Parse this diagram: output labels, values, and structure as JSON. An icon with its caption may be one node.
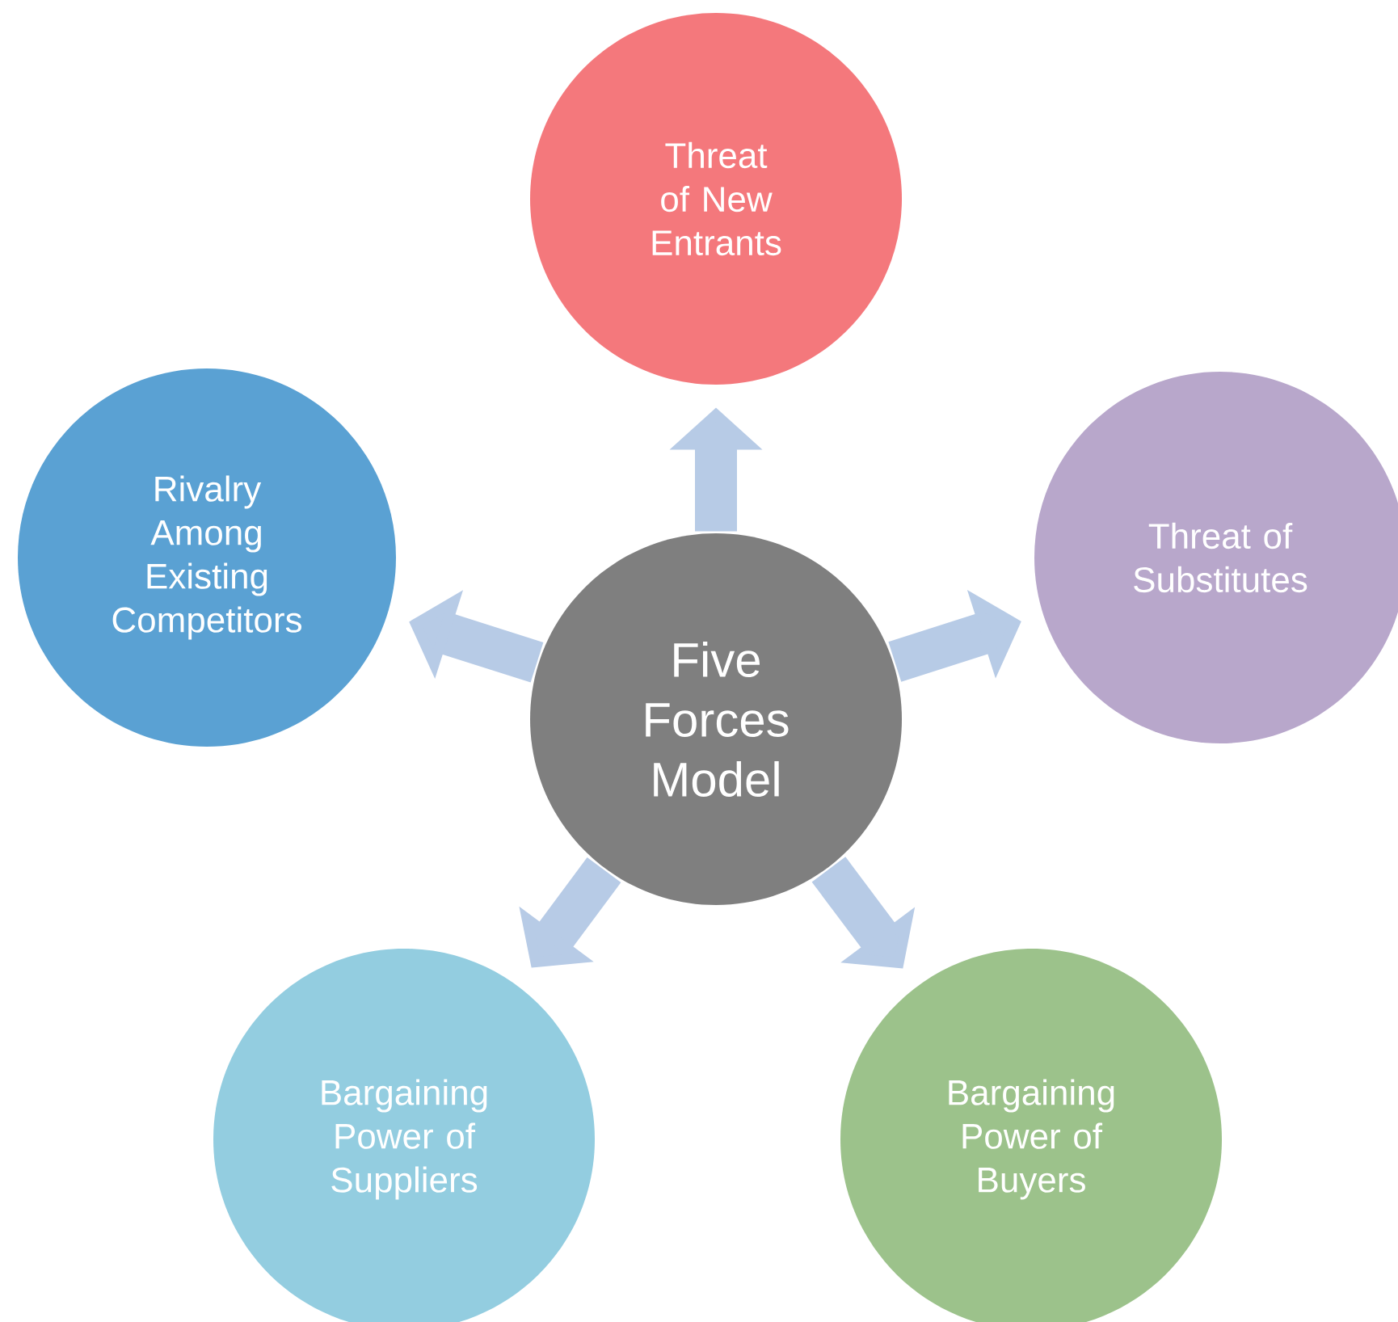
{
  "diagram": {
    "nodes": [
      {
        "text": [
          "Five Forces Model"
        ]
      },
      {
        "text": [
          "Threat of New Entrants"
        ]
      },
      {
        "text": [
          "Threat of Substitutes"
        ]
      },
      {
        "text": [
          "Bargaining Power of Buyers"
        ]
      },
      {
        "text": [
          "Bargaining Power of Suppliers"
        ]
      },
      {
        "text": [
          "Rivalry Among Existing Competitors"
        ]
      }
    ],
    "edges": [
      {
        "from": 0,
        "to": 1,
        "arrow": "to"
      },
      {
        "from": 0,
        "to": 2,
        "arrow": "to"
      },
      {
        "from": 0,
        "to": 3,
        "arrow": "to"
      },
      {
        "from": 0,
        "to": 4,
        "arrow": "to"
      },
      {
        "from": 0,
        "to": 5,
        "arrow": "to"
      }
    ]
  }
}
